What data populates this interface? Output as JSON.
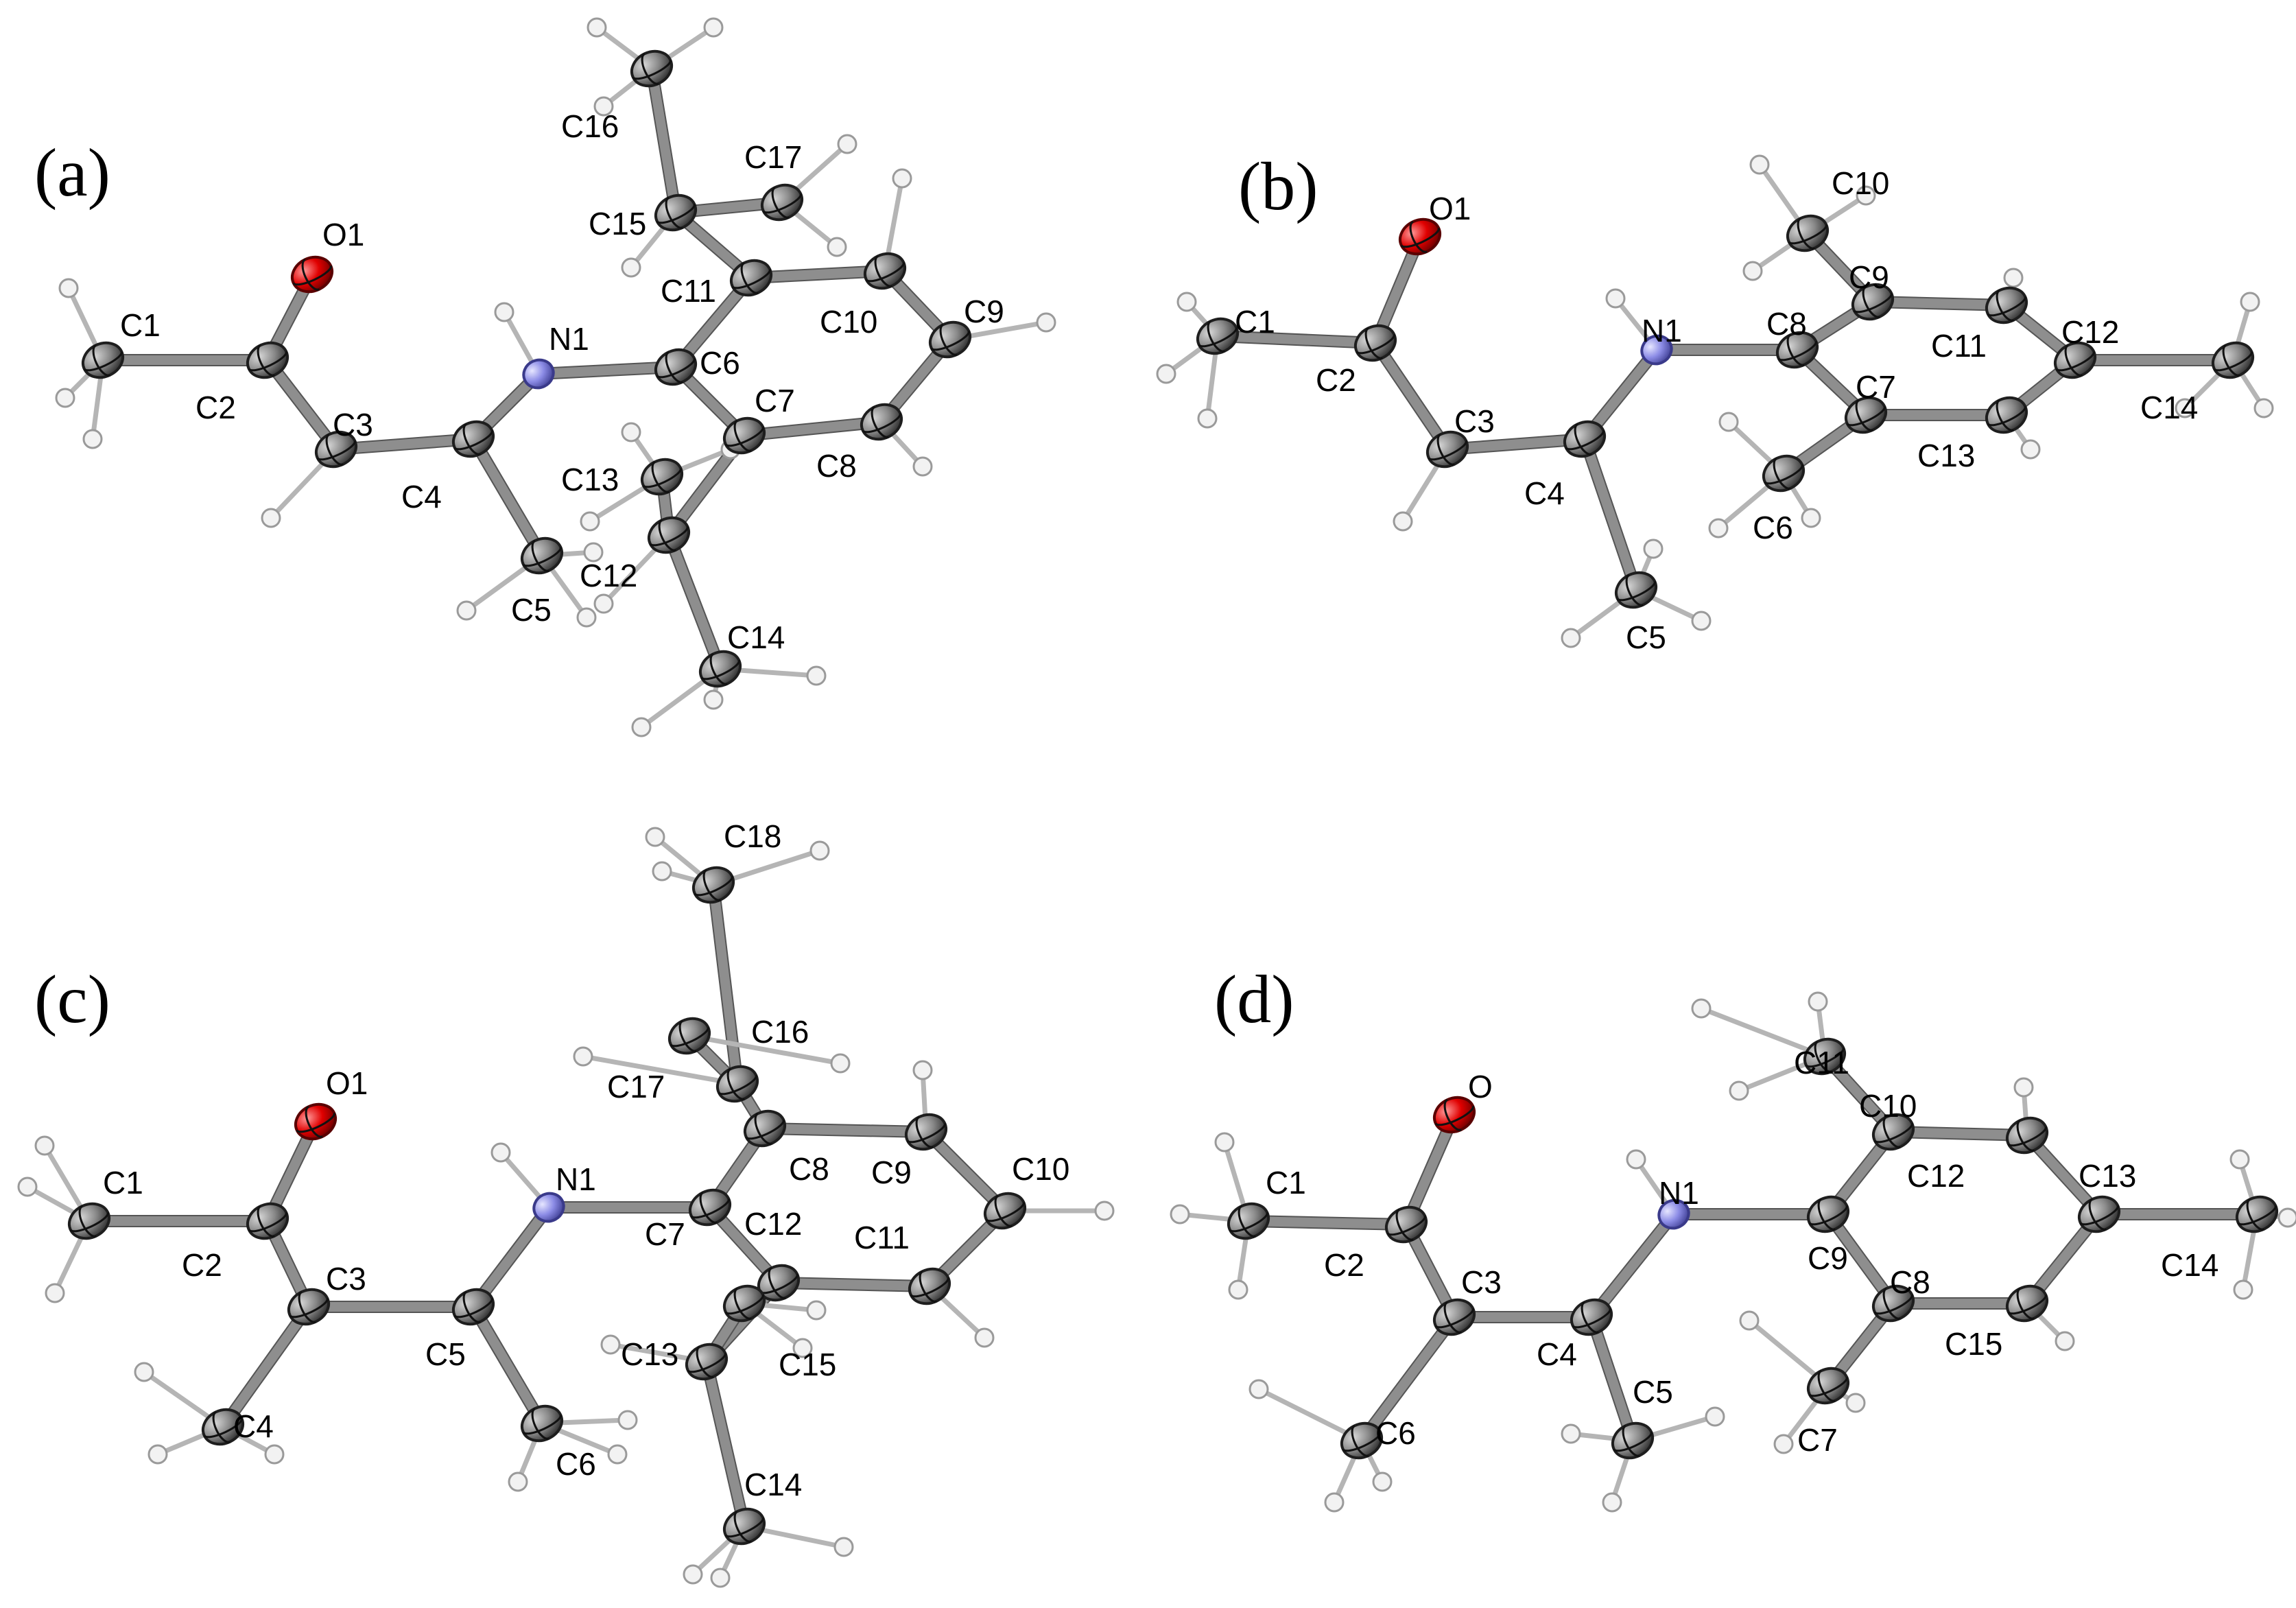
{
  "panels": [
    {
      "label": "(a)",
      "atoms": [
        {
          "name": "C1",
          "el": "C"
        },
        {
          "name": "C2",
          "el": "C"
        },
        {
          "name": "O1",
          "el": "O"
        },
        {
          "name": "C3",
          "el": "C"
        },
        {
          "name": "C4",
          "el": "C"
        },
        {
          "name": "C5",
          "el": "C"
        },
        {
          "name": "N1",
          "el": "N"
        },
        {
          "name": "C6",
          "el": "C"
        },
        {
          "name": "C7",
          "el": "C"
        },
        {
          "name": "C8",
          "el": "C"
        },
        {
          "name": "C9",
          "el": "C"
        },
        {
          "name": "C10",
          "el": "C"
        },
        {
          "name": "C11",
          "el": "C"
        },
        {
          "name": "C12",
          "el": "C"
        },
        {
          "name": "C13",
          "el": "C"
        },
        {
          "name": "C14",
          "el": "C"
        },
        {
          "name": "C15",
          "el": "C"
        },
        {
          "name": "C16",
          "el": "C"
        },
        {
          "name": "C17",
          "el": "C"
        }
      ]
    },
    {
      "label": "(b)",
      "atoms": [
        {
          "name": "C1",
          "el": "C"
        },
        {
          "name": "C2",
          "el": "C"
        },
        {
          "name": "O1",
          "el": "O"
        },
        {
          "name": "C3",
          "el": "C"
        },
        {
          "name": "C4",
          "el": "C"
        },
        {
          "name": "C5",
          "el": "C"
        },
        {
          "name": "N1",
          "el": "N"
        },
        {
          "name": "C8",
          "el": "C"
        },
        {
          "name": "C9",
          "el": "C"
        },
        {
          "name": "C10",
          "el": "C"
        },
        {
          "name": "C11",
          "el": "C"
        },
        {
          "name": "C12",
          "el": "C"
        },
        {
          "name": "C14",
          "el": "C"
        },
        {
          "name": "C13",
          "el": "C"
        },
        {
          "name": "C7",
          "el": "C"
        },
        {
          "name": "C6",
          "el": "C"
        }
      ]
    },
    {
      "label": "(c)",
      "atoms": [
        {
          "name": "C1",
          "el": "C"
        },
        {
          "name": "C2",
          "el": "C"
        },
        {
          "name": "O1",
          "el": "O"
        },
        {
          "name": "C3",
          "el": "C"
        },
        {
          "name": "C4",
          "el": "C"
        },
        {
          "name": "C5",
          "el": "C"
        },
        {
          "name": "C6",
          "el": "C"
        },
        {
          "name": "N1",
          "el": "N"
        },
        {
          "name": "C7",
          "el": "C"
        },
        {
          "name": "C8",
          "el": "C"
        },
        {
          "name": "C9",
          "el": "C"
        },
        {
          "name": "C10",
          "el": "C"
        },
        {
          "name": "C11",
          "el": "C"
        },
        {
          "name": "C12",
          "el": "C"
        },
        {
          "name": "C13",
          "el": "C"
        },
        {
          "name": "C14",
          "el": "C"
        },
        {
          "name": "C15",
          "el": "C"
        },
        {
          "name": "C16",
          "el": "C"
        },
        {
          "name": "C17",
          "el": "C"
        },
        {
          "name": "C18",
          "el": "C"
        }
      ]
    },
    {
      "label": "(d)",
      "atoms": [
        {
          "name": "C1",
          "el": "C"
        },
        {
          "name": "C2",
          "el": "C"
        },
        {
          "name": "O",
          "el": "O"
        },
        {
          "name": "C3",
          "el": "C"
        },
        {
          "name": "C6",
          "el": "C"
        },
        {
          "name": "C4",
          "el": "C"
        },
        {
          "name": "C5",
          "el": "C"
        },
        {
          "name": "N1",
          "el": "N"
        },
        {
          "name": "C9",
          "el": "C"
        },
        {
          "name": "C10",
          "el": "C"
        },
        {
          "name": "C11",
          "el": "C"
        },
        {
          "name": "C12",
          "el": "C"
        },
        {
          "name": "C13",
          "el": "C"
        },
        {
          "name": "C14",
          "el": "C"
        },
        {
          "name": "C15",
          "el": "C"
        },
        {
          "name": "C8",
          "el": "C"
        },
        {
          "name": "C7",
          "el": "C"
        }
      ]
    }
  ],
  "colors": {
    "carbon": "#8a8a8a",
    "oxygen": "#e00000",
    "nitrogen": "#8c8ce6",
    "hydrogen": "#f2f2f2",
    "bond": "#8e8e8e"
  }
}
